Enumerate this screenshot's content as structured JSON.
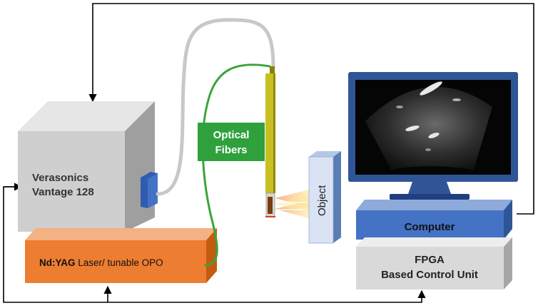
{
  "verasonics": {
    "line1": "Verasonics",
    "line2": "Vantage 128"
  },
  "laser": {
    "bold_part": "Nd:YAG",
    "rest": " Laser/ tunable OPO"
  },
  "fibers": {
    "line1": "Optical",
    "line2": "Fibers"
  },
  "object": {
    "label": "Object"
  },
  "computer": {
    "label": "Computer"
  },
  "fpga": {
    "line1": "FPGA",
    "line2": "Based Control Unit"
  },
  "colors": {
    "verasonics_front": "#cfcfcf",
    "laser_front": "#ed7d31",
    "fiber_label_bg": "#2ea13c",
    "fiber_green": "#3aa53a",
    "fiber_gray": "#c8c8c8",
    "monitor_frame": "#2f5597",
    "computer_front": "#4472c4",
    "fpga_front": "#d9d9d9",
    "probe_yellow": "#c8c020",
    "object_front": "#dae3f3"
  }
}
